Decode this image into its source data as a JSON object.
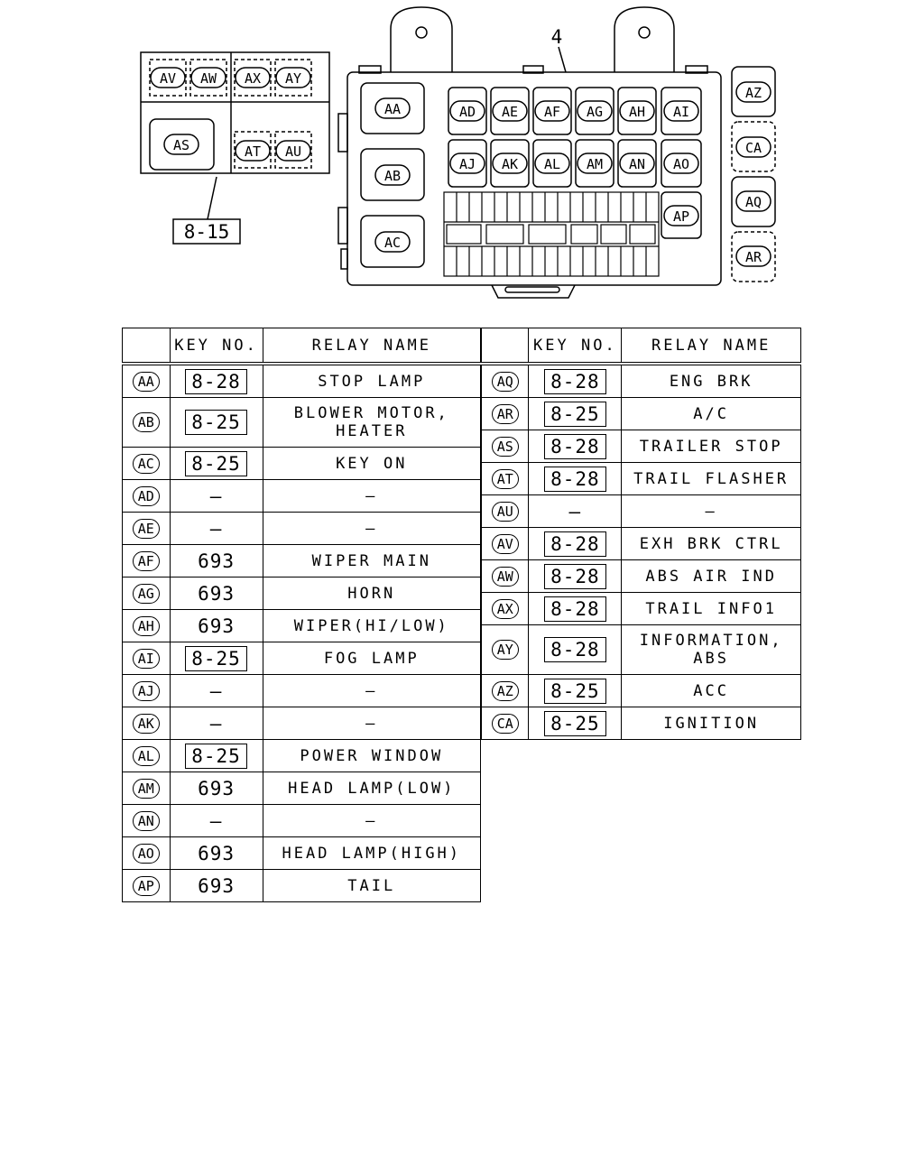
{
  "diagram": {
    "callout_fuse_box": "4",
    "callout_sub_block": "8-15",
    "sub_block_relays": [
      "AV",
      "AW",
      "AX",
      "AY",
      "AS",
      "AT",
      "AU"
    ],
    "main_box_relays": [
      "AA",
      "AB",
      "AC",
      "AD",
      "AE",
      "AF",
      "AG",
      "AH",
      "AI",
      "AJ",
      "AK",
      "AL",
      "AM",
      "AN",
      "AO",
      "AP"
    ],
    "side_relays": [
      "AZ",
      "CA",
      "AQ",
      "AR"
    ]
  },
  "table": {
    "headers": {
      "key_no": "KEY NO.",
      "relay_name": "RELAY NAME"
    },
    "left_rows": [
      {
        "code": "AA",
        "key": "8-28",
        "key_boxed": true,
        "name": "STOP LAMP"
      },
      {
        "code": "AB",
        "key": "8-25",
        "key_boxed": true,
        "name": "BLOWER MOTOR,\nHEATER"
      },
      {
        "code": "AC",
        "key": "8-25",
        "key_boxed": true,
        "name": "KEY ON"
      },
      {
        "code": "AD",
        "key": "—",
        "key_boxed": false,
        "name": "—"
      },
      {
        "code": "AE",
        "key": "—",
        "key_boxed": false,
        "name": "—"
      },
      {
        "code": "AF",
        "key": "693",
        "key_boxed": false,
        "name": "WIPER MAIN"
      },
      {
        "code": "AG",
        "key": "693",
        "key_boxed": false,
        "name": "HORN"
      },
      {
        "code": "AH",
        "key": "693",
        "key_boxed": false,
        "name": "WIPER(HI/LOW)"
      },
      {
        "code": "AI",
        "key": "8-25",
        "key_boxed": true,
        "name": "FOG LAMP"
      },
      {
        "code": "AJ",
        "key": "—",
        "key_boxed": false,
        "name": "—"
      },
      {
        "code": "AK",
        "key": "—",
        "key_boxed": false,
        "name": "—"
      },
      {
        "code": "AL",
        "key": "8-25",
        "key_boxed": true,
        "name": "POWER WINDOW"
      },
      {
        "code": "AM",
        "key": "693",
        "key_boxed": false,
        "name": "HEAD LAMP(LOW)"
      },
      {
        "code": "AN",
        "key": "—",
        "key_boxed": false,
        "name": "—"
      },
      {
        "code": "AO",
        "key": "693",
        "key_boxed": false,
        "name": "HEAD LAMP(HIGH)"
      },
      {
        "code": "AP",
        "key": "693",
        "key_boxed": false,
        "name": "TAIL"
      }
    ],
    "right_rows": [
      {
        "code": "AQ",
        "key": "8-28",
        "key_boxed": true,
        "name": "ENG BRK"
      },
      {
        "code": "AR",
        "key": "8-25",
        "key_boxed": true,
        "name": "A/C"
      },
      {
        "code": "AS",
        "key": "8-28",
        "key_boxed": true,
        "name": "TRAILER STOP"
      },
      {
        "code": "AT",
        "key": "8-28",
        "key_boxed": true,
        "name": "TRAIL FLASHER"
      },
      {
        "code": "AU",
        "key": "—",
        "key_boxed": false,
        "name": "—"
      },
      {
        "code": "AV",
        "key": "8-28",
        "key_boxed": true,
        "name": "EXH BRK CTRL"
      },
      {
        "code": "AW",
        "key": "8-28",
        "key_boxed": true,
        "name": "ABS AIR IND"
      },
      {
        "code": "AX",
        "key": "8-28",
        "key_boxed": true,
        "name": "TRAIL INFO1"
      },
      {
        "code": "AY",
        "key": "8-28",
        "key_boxed": true,
        "name": "INFORMATION,\nABS"
      },
      {
        "code": "AZ",
        "key": "8-25",
        "key_boxed": true,
        "name": "ACC"
      },
      {
        "code": "CA",
        "key": "8-25",
        "key_boxed": true,
        "name": "IGNITION"
      }
    ]
  }
}
